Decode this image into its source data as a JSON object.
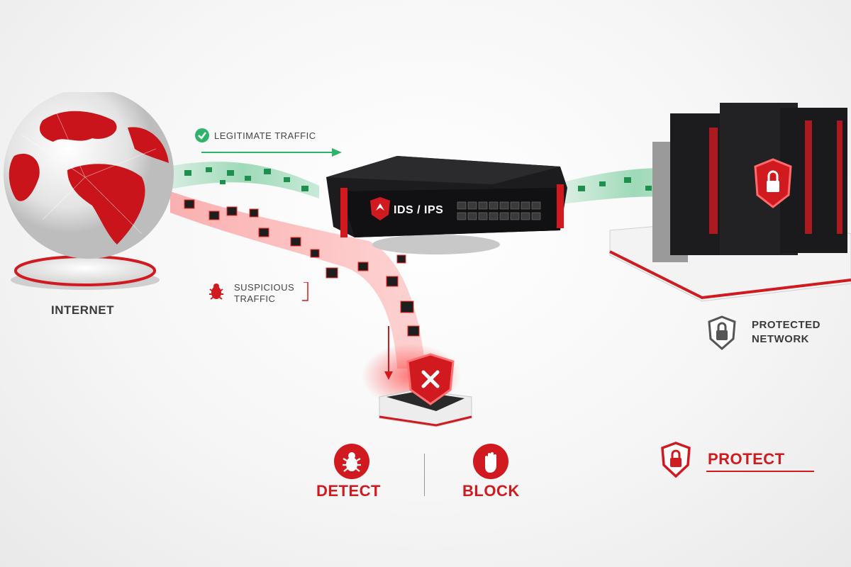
{
  "labels": {
    "internet": "INTERNET",
    "legit_traffic": "LEGITIMATE TRAFFIC",
    "suspicious_line1": "SUSPICIOUS",
    "suspicious_line2": "TRAFFIC",
    "device": "IDS / IPS",
    "protected_line1": "PROTECTED",
    "protected_line2": "NETWORK",
    "detect": "DETECT",
    "block": "BLOCK",
    "protect": "PROTECT"
  },
  "colors": {
    "brand_red": "#d01a20",
    "legit_green": "#2fb36a",
    "dark_gray": "#3a3a3a",
    "device_black": "#1c1c1e"
  },
  "icons": {
    "legit": "check-circle-icon",
    "suspicious": "bug-icon",
    "device": "shield-logo-icon",
    "server_shield": "lock-shield-icon",
    "protected": "lock-shield-outline-icon",
    "blocker": "x-shield-icon",
    "detect": "bug-circle-icon",
    "block": "hand-stop-icon",
    "protect": "lock-shield-icon"
  }
}
